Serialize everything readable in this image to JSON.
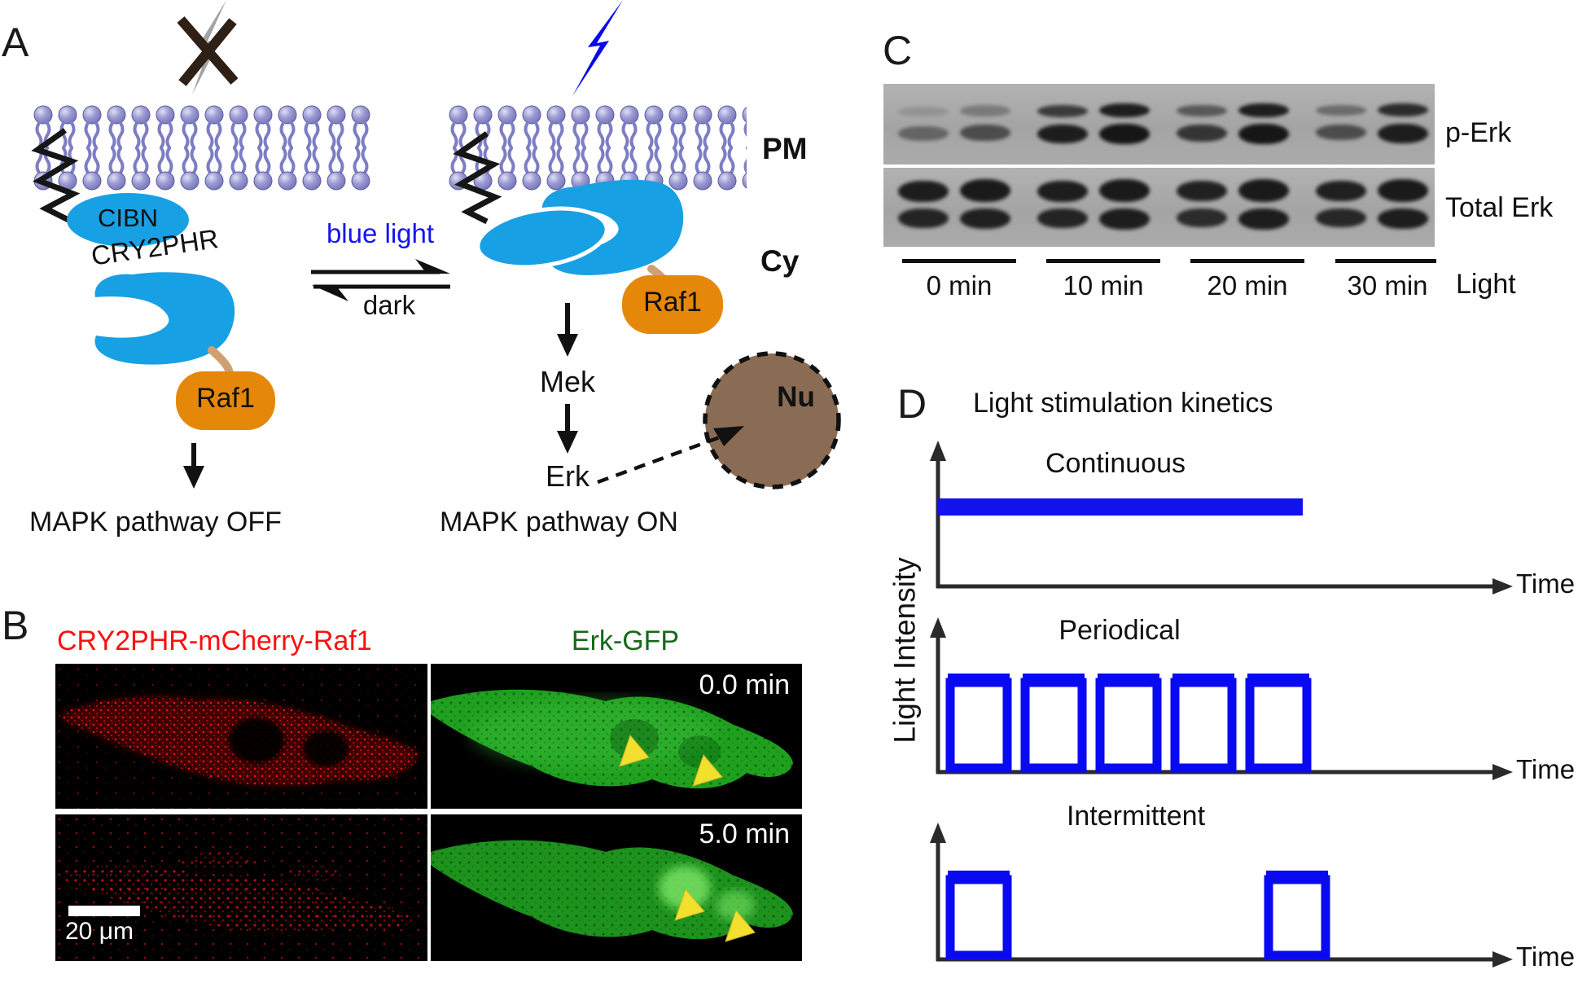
{
  "figure": {
    "panelA": {
      "label": "A",
      "pm": "PM",
      "cy": "Cy",
      "cibn": "CIBN",
      "cry2phr": "CRY2PHR",
      "raf1": "Raf1",
      "blue_light": "blue light",
      "dark": "dark",
      "mek": "Mek",
      "erk": "Erk",
      "nu": "Nu",
      "off": "MAPK pathway OFF",
      "on": "MAPK pathway ON"
    },
    "panelB": {
      "label": "B",
      "red_label": "CRY2PHR-mCherry-Raf1",
      "green_label": "Erk-GFP",
      "t0": "0.0 min",
      "t1": "5.0 min",
      "scalebar": "20 μm"
    },
    "panelC": {
      "label": "C",
      "perk": "p-Erk",
      "total": "Total Erk",
      "times": [
        "0 min",
        "10 min",
        "20 min",
        "30 min"
      ],
      "light": "Light"
    },
    "panelD": {
      "label": "D",
      "title": "Light stimulation kinetics",
      "ylabel": "Light Intensity",
      "time": "Time",
      "continuous": "Continuous",
      "periodical": "Periodical",
      "intermittent": "Intermittent"
    }
  },
  "chart_data": {
    "type": "table",
    "title": "Light stimulation kinetics and Erk western blot",
    "blot": {
      "light_times_min": [
        0,
        10,
        20,
        30
      ],
      "rows": [
        "p-Erk",
        "Total Erk"
      ],
      "p_erk_relative_intensity": [
        0.25,
        0.95,
        0.8,
        0.75
      ],
      "total_erk_relative_intensity": [
        1,
        1,
        1,
        1
      ],
      "lanes_per_time": 2
    },
    "light_patterns": [
      {
        "name": "Continuous",
        "pulses": 1,
        "profile": "constant bar"
      },
      {
        "name": "Periodical",
        "pulses": 5,
        "profile": "evenly spaced square pulses"
      },
      {
        "name": "Intermittent",
        "pulses": 2,
        "profile": "two widely separated square pulses"
      }
    ],
    "axes": {
      "x": "Time",
      "y": "Light Intensity"
    }
  },
  "colors": {
    "protein_blue": "#18a0e4",
    "raf1_orange": "#e5880a",
    "nucleus_brown": "#8a6b53",
    "pure_blue": "#1212ef",
    "mcherry_red": "#fa1010",
    "gfp_green_label": "#17691a",
    "lipid_purple": "#8c8cc8",
    "blot_gray": "#a9a9a9"
  }
}
